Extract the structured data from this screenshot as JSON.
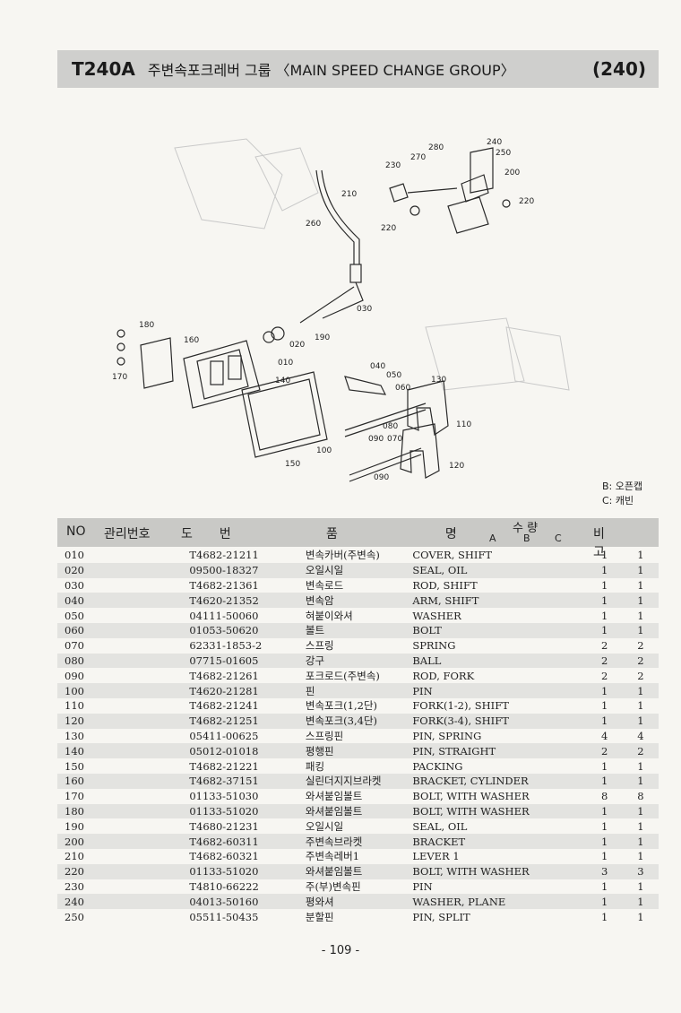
{
  "header": {
    "code": "T240A",
    "title": "주변속포크레버 그룹 〈MAIN SPEED CHANGE GROUP〉",
    "page_ref": "(240)"
  },
  "diagram": {
    "callouts": [
      "010",
      "020",
      "030",
      "040",
      "050",
      "060",
      "070",
      "080",
      "090",
      "090",
      "100",
      "110",
      "120",
      "130",
      "140",
      "150",
      "160",
      "170",
      "180",
      "190",
      "200",
      "210",
      "220",
      "220",
      "230",
      "240",
      "250",
      "260",
      "270",
      "280"
    ]
  },
  "legend": {
    "b": "B: 오픈캡",
    "c": "C: 캐빈"
  },
  "table_header": {
    "no": "NO",
    "mgmt": "관리번호",
    "drawing": "도번",
    "name": "품명",
    "qty": "수 량",
    "a": "A",
    "b": "B",
    "c": "C",
    "note": "비고"
  },
  "parts": [
    {
      "no": "010",
      "part_no": "T4682-21211",
      "name_kr": "변속카버(주변속)",
      "name_en": "COVER, SHIFT",
      "a": "",
      "b": "1",
      "c": "1"
    },
    {
      "no": "020",
      "part_no": "09500-18327",
      "name_kr": "오일시일",
      "name_en": "SEAL, OIL",
      "a": "",
      "b": "1",
      "c": "1"
    },
    {
      "no": "030",
      "part_no": "T4682-21361",
      "name_kr": "변속로드",
      "name_en": "ROD, SHIFT",
      "a": "",
      "b": "1",
      "c": "1"
    },
    {
      "no": "040",
      "part_no": "T4620-21352",
      "name_kr": "변속암",
      "name_en": "ARM, SHIFT",
      "a": "",
      "b": "1",
      "c": "1"
    },
    {
      "no": "050",
      "part_no": "04111-50060",
      "name_kr": "혀붙이와셔",
      "name_en": "WASHER",
      "a": "",
      "b": "1",
      "c": "1"
    },
    {
      "no": "060",
      "part_no": "01053-50620",
      "name_kr": "볼트",
      "name_en": "BOLT",
      "a": "",
      "b": "1",
      "c": "1"
    },
    {
      "no": "070",
      "part_no": "62331-1853-2",
      "name_kr": "스프링",
      "name_en": "SPRING",
      "a": "",
      "b": "2",
      "c": "2"
    },
    {
      "no": "080",
      "part_no": "07715-01605",
      "name_kr": "강구",
      "name_en": "BALL",
      "a": "",
      "b": "2",
      "c": "2"
    },
    {
      "no": "090",
      "part_no": "T4682-21261",
      "name_kr": "포크로드(주변속)",
      "name_en": "ROD, FORK",
      "a": "",
      "b": "2",
      "c": "2"
    },
    {
      "no": "100",
      "part_no": "T4620-21281",
      "name_kr": "핀",
      "name_en": "PIN",
      "a": "",
      "b": "1",
      "c": "1"
    },
    {
      "no": "110",
      "part_no": "T4682-21241",
      "name_kr": "변속포크(1,2단)",
      "name_en": "FORK(1-2), SHIFT",
      "a": "",
      "b": "1",
      "c": "1"
    },
    {
      "no": "120",
      "part_no": "T4682-21251",
      "name_kr": "변속포크(3,4단)",
      "name_en": "FORK(3-4), SHIFT",
      "a": "",
      "b": "1",
      "c": "1"
    },
    {
      "no": "130",
      "part_no": "05411-00625",
      "name_kr": "스프링핀",
      "name_en": "PIN, SPRING",
      "a": "",
      "b": "4",
      "c": "4"
    },
    {
      "no": "140",
      "part_no": "05012-01018",
      "name_kr": "평행핀",
      "name_en": "PIN, STRAIGHT",
      "a": "",
      "b": "2",
      "c": "2"
    },
    {
      "no": "150",
      "part_no": "T4682-21221",
      "name_kr": "패킹",
      "name_en": "PACKING",
      "a": "",
      "b": "1",
      "c": "1"
    },
    {
      "no": "160",
      "part_no": "T4682-37151",
      "name_kr": "실린더지지브라켓",
      "name_en": "BRACKET, CYLINDER",
      "a": "",
      "b": "1",
      "c": "1"
    },
    {
      "no": "170",
      "part_no": "01133-51030",
      "name_kr": "와셔붙임볼트",
      "name_en": "BOLT, WITH WASHER",
      "a": "",
      "b": "8",
      "c": "8"
    },
    {
      "no": "180",
      "part_no": "01133-51020",
      "name_kr": "와셔붙임볼트",
      "name_en": "BOLT, WITH WASHER",
      "a": "",
      "b": "1",
      "c": "1"
    },
    {
      "no": "190",
      "part_no": "T4680-21231",
      "name_kr": "오일시일",
      "name_en": "SEAL, OIL",
      "a": "",
      "b": "1",
      "c": "1"
    },
    {
      "no": "200",
      "part_no": "T4682-60311",
      "name_kr": "주변속브라켓",
      "name_en": "BRACKET",
      "a": "",
      "b": "1",
      "c": "1"
    },
    {
      "no": "210",
      "part_no": "T4682-60321",
      "name_kr": "주변속레버1",
      "name_en": "LEVER 1",
      "a": "",
      "b": "1",
      "c": "1"
    },
    {
      "no": "220",
      "part_no": "01133-51020",
      "name_kr": "와셔붙임볼트",
      "name_en": "BOLT, WITH WASHER",
      "a": "",
      "b": "3",
      "c": "3"
    },
    {
      "no": "230",
      "part_no": "T4810-66222",
      "name_kr": "주(부)변속핀",
      "name_en": "PIN",
      "a": "",
      "b": "1",
      "c": "1"
    },
    {
      "no": "240",
      "part_no": "04013-50160",
      "name_kr": "평와셔",
      "name_en": "WASHER, PLANE",
      "a": "",
      "b": "1",
      "c": "1"
    },
    {
      "no": "250",
      "part_no": "05511-50435",
      "name_kr": "분할핀",
      "name_en": "PIN, SPLIT",
      "a": "",
      "b": "1",
      "c": "1"
    }
  ],
  "footer": {
    "page": "- 109 -"
  }
}
